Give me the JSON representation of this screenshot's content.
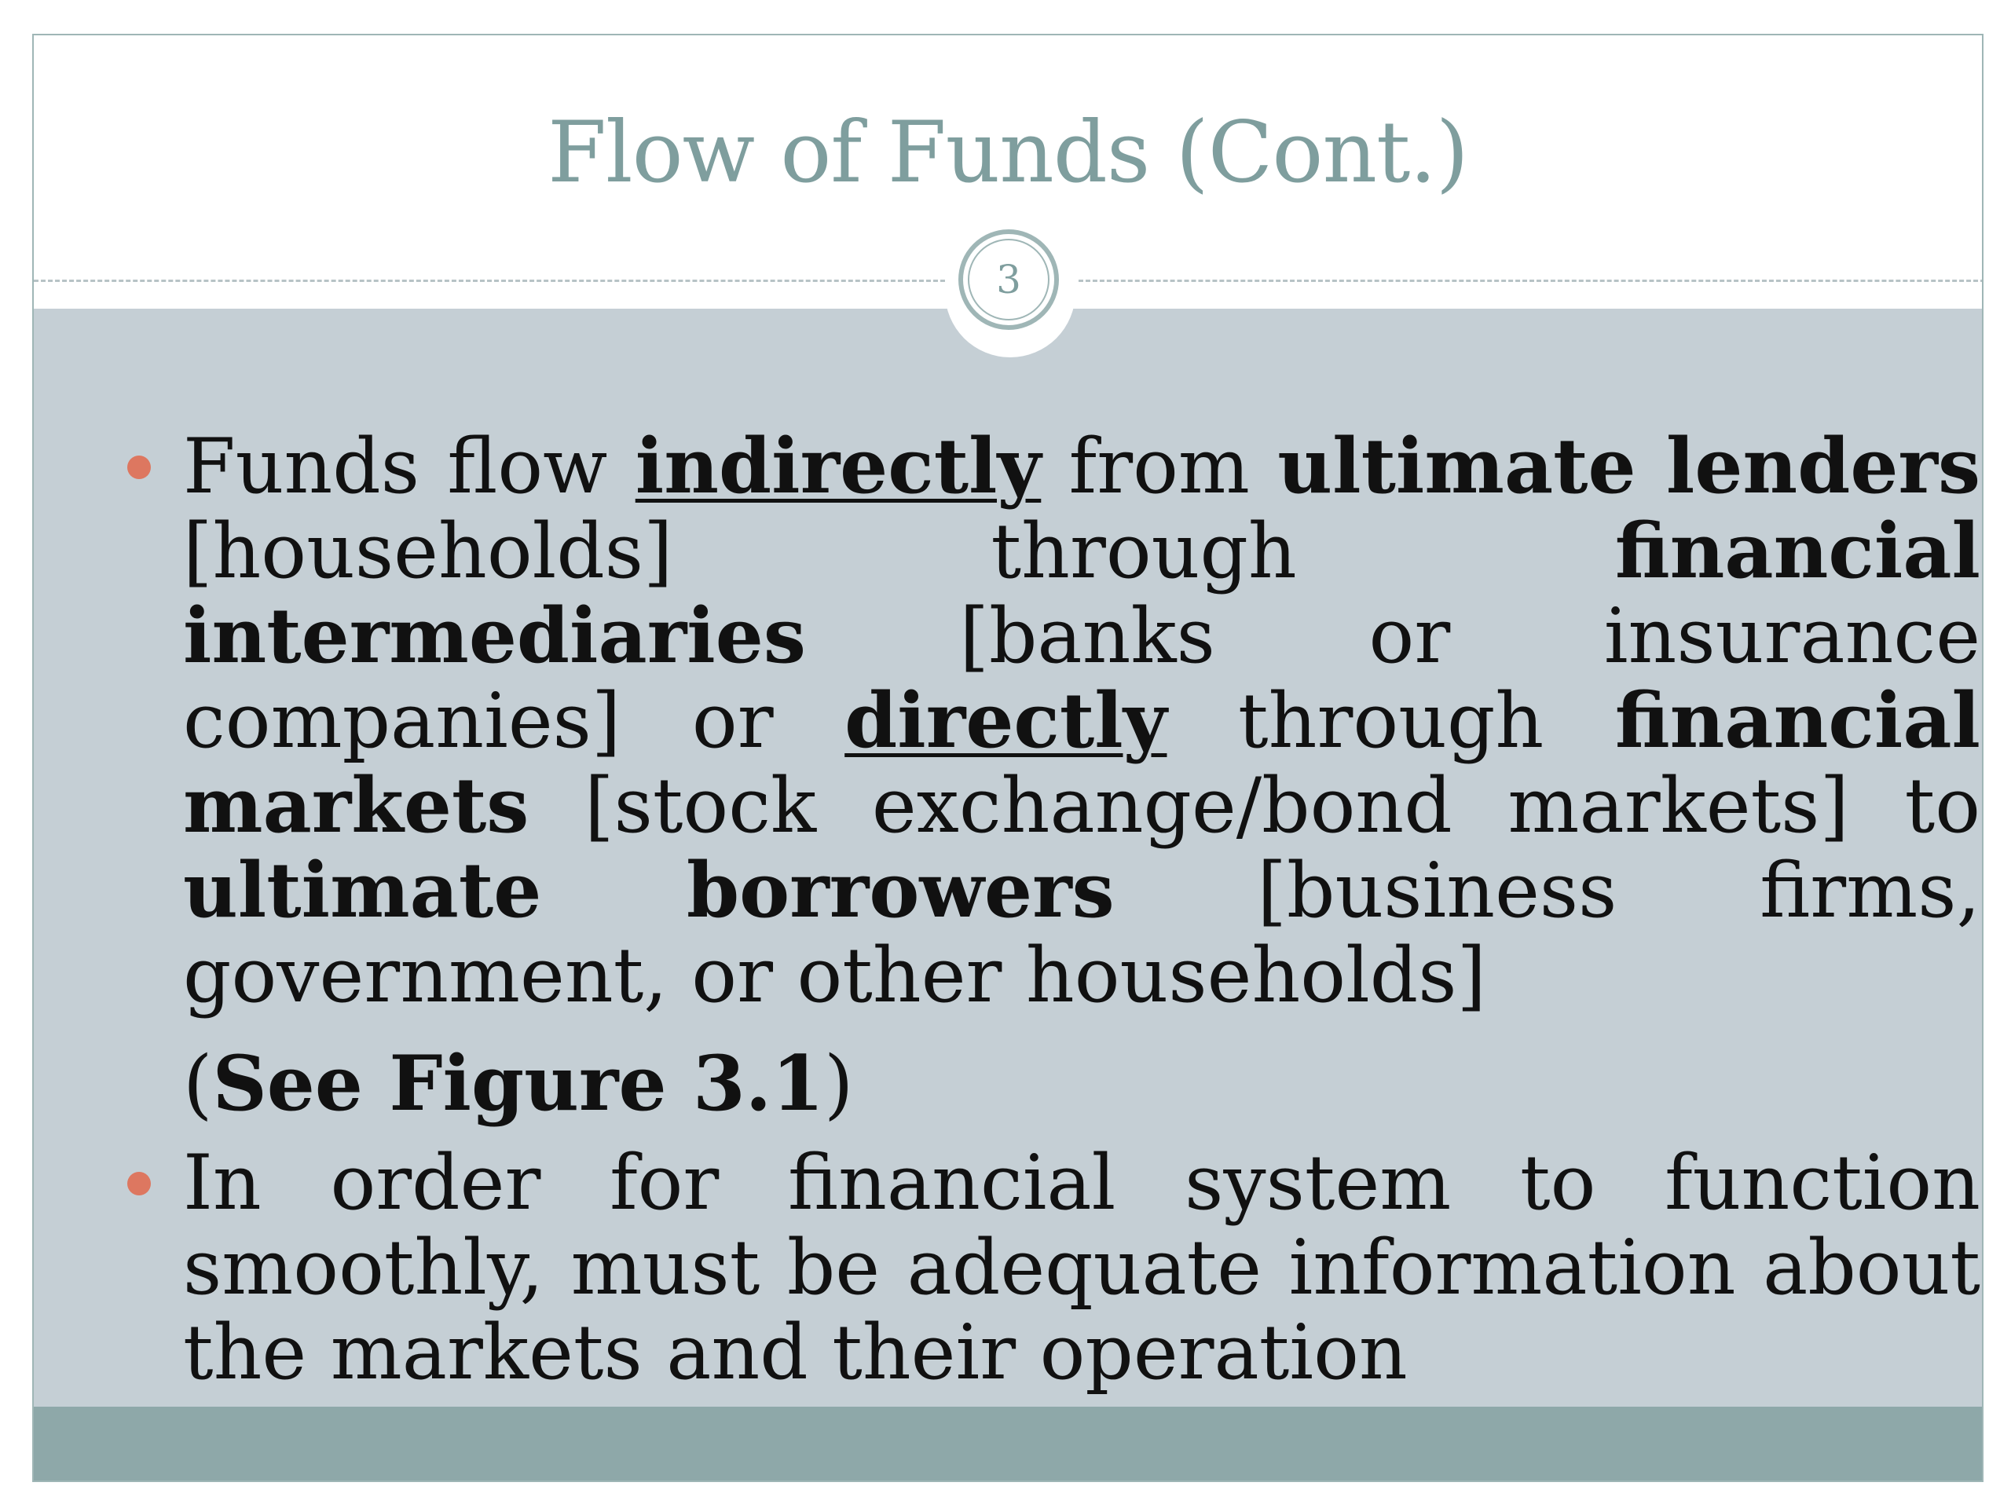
{
  "slide": {
    "title": "Flow of Funds (Cont.)",
    "page_number": "3"
  },
  "bullets": [
    {
      "parts": [
        "Funds flow ",
        "indirectly",
        " from ",
        "ultimate lenders",
        " [households] through ",
        "financial intermediaries",
        " [banks or insurance companies] or ",
        "directly",
        " through ",
        "financial markets",
        " [stock exchange/bond markets] to ",
        "ultimate borrowers",
        " [business firms, government, or other households]"
      ],
      "note_open": "(",
      "note_bold": "See Figure 3.1",
      "note_close": ")"
    },
    {
      "text": "In order for financial system to function smoothly, must be adequate information about the markets and their operation"
    }
  ],
  "colors": {
    "title": "#7f9e9e",
    "body_bg": "#c5cfd5",
    "footer_bar": "#8ea8a9",
    "bullet_dot": "#dd7760"
  }
}
